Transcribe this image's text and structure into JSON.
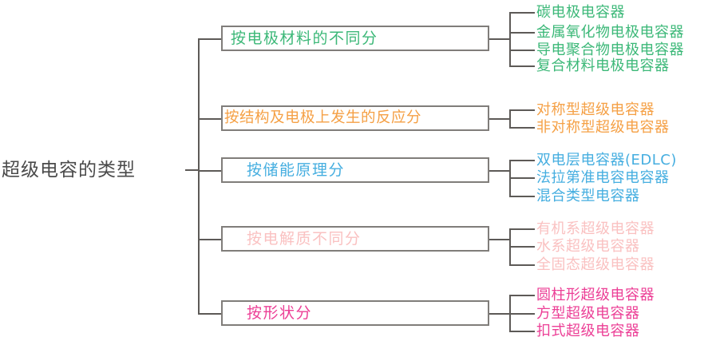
{
  "diagram": {
    "type": "mind-map",
    "root": {
      "label": "超级电容的类型",
      "color": "#4a4a4a"
    },
    "line_color": "#5d5a57",
    "box_border_color": "#807d7a",
    "branches": [
      {
        "label": "按电极材料的不同分",
        "color": "#3cb878",
        "leaves": [
          "碳电极电容器",
          "金属氧化物电极电容器",
          "导电聚合物电极电容器",
          "复合材料电极电容器"
        ]
      },
      {
        "label": "按结构及电极上发生的反应分",
        "color": "#f5a045",
        "leaves": [
          "对称型超级电容器",
          "非对称型超级电容器"
        ]
      },
      {
        "label": "按储能原理分",
        "color": "#45aee0",
        "leaves": [
          "双电层电容器(EDLC)",
          "法拉第准电容电容器",
          "混合类型电容器"
        ]
      },
      {
        "label": "按电解质不同分",
        "color": "#fac1c1",
        "leaves": [
          "有机系超级电容器",
          "水系超级电容器",
          "全固态超级电容器"
        ]
      },
      {
        "label": "按形状分",
        "color": "#ec3f96",
        "leaves": [
          "圆柱形超级电容器",
          "方型超级电容器",
          "扣式超级电容器"
        ]
      }
    ]
  }
}
